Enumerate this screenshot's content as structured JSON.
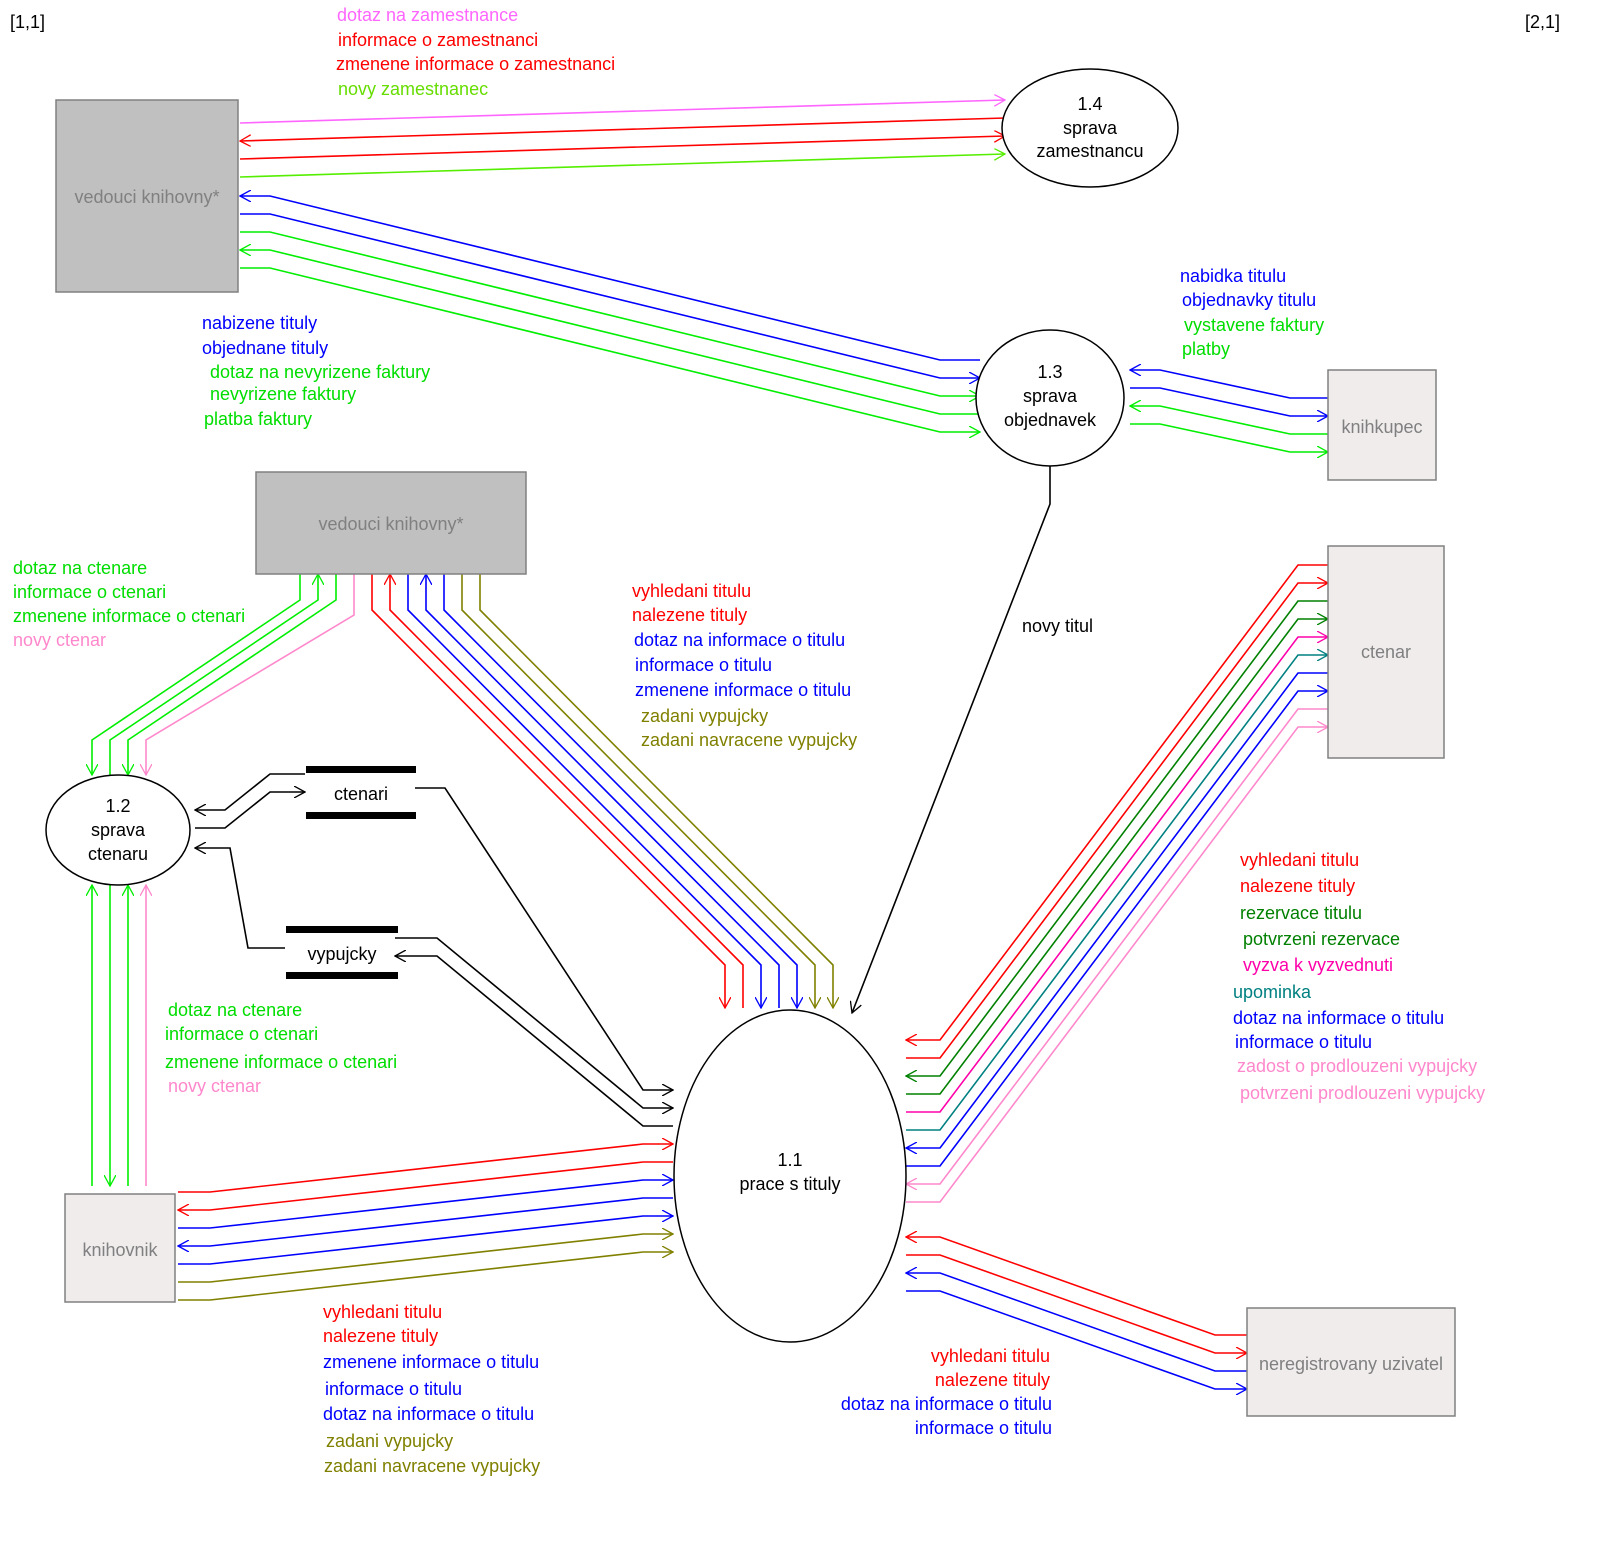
{
  "corners": {
    "top_left": "[1,1]",
    "top_right": "[2,1]"
  },
  "colors": {
    "red": "#ff0000",
    "blue": "#0000ff",
    "green": "#00ff00",
    "pink": "#ff66ff",
    "lightpink": "#ff88cc",
    "olive": "#808000",
    "darkgreen": "#008000",
    "magenta": "#ff00aa",
    "teal": "#008080",
    "black": "#000000",
    "entity_gray": "#c0c0c0",
    "entity_light": "#f0ecec",
    "entity_text": "#808080"
  },
  "entities": {
    "vedouci_top": "vedouci knihovny*",
    "vedouci_mid": "vedouci knihovny*",
    "knihkupec": "knihkupec",
    "ctenar": "ctenar",
    "knihovnik": "knihovnik",
    "neregistrovany": "neregistrovany uzivatel"
  },
  "processes": {
    "p14": {
      "number": "1.4",
      "line1": "sprava",
      "line2": "zamestnancu"
    },
    "p13": {
      "number": "1.3",
      "line1": "sprava",
      "line2": "objednavek"
    },
    "p12": {
      "number": "1.2",
      "line1": "sprava",
      "line2": "ctenaru"
    },
    "p11": {
      "number": "1.1",
      "line1": "prace  s tituly"
    }
  },
  "stores": {
    "ctenari": "ctenari",
    "vypujcky": "vypujcky"
  },
  "flow_labels": {
    "zam": [
      "dotaz na zamestnance",
      "informace o zamestnanci",
      "zmenene informace o zamestnanci",
      "novy zamestnanec"
    ],
    "obj": [
      "nabizene tituly",
      "objednane tituly",
      "dotaz na nevyrizene faktury",
      "nevyrizene faktury",
      "platba faktury"
    ],
    "kupec": [
      "nabidka titulu",
      "objednavky titulu",
      "vystavene faktury",
      "platby"
    ],
    "novy_titul": "novy titul",
    "ctenari_top": [
      "dotaz na ctenare",
      "informace o ctenari",
      "zmenene informace o ctenari",
      "novy ctenar"
    ],
    "tituly_top": [
      "vyhledani titulu",
      "nalezene tituly",
      "dotaz na informace o titulu",
      "informace o titulu",
      "zmenene informace o titulu",
      "zadani vypujcky",
      "zadani navracene vypujcky"
    ],
    "ctenar_right": [
      "vyhledani titulu",
      "nalezene tituly",
      "rezervace titulu",
      "potvrzeni rezervace",
      "vyzva k vyzvednuti",
      "upominka",
      "dotaz na informace o titulu",
      "informace o titulu",
      "zadost o prodlouzeni vypujcky",
      "potvrzeni prodlouzeni vypujcky"
    ],
    "ctenari_bottom": [
      "dotaz na ctenare",
      "informace o ctenari",
      "zmenene informace o ctenari",
      "novy ctenar"
    ],
    "knihovnik_bottom": [
      "vyhledani titulu",
      "nalezene tituly",
      "zmenene informace o titulu",
      "informace o titulu",
      "dotaz na informace o titulu",
      "zadani vypujcky",
      "zadani navracene vypujcky"
    ],
    "nereg": [
      "vyhledani titulu",
      "nalezene tituly",
      "dotaz na informace o titulu",
      "informace o titulu"
    ]
  }
}
